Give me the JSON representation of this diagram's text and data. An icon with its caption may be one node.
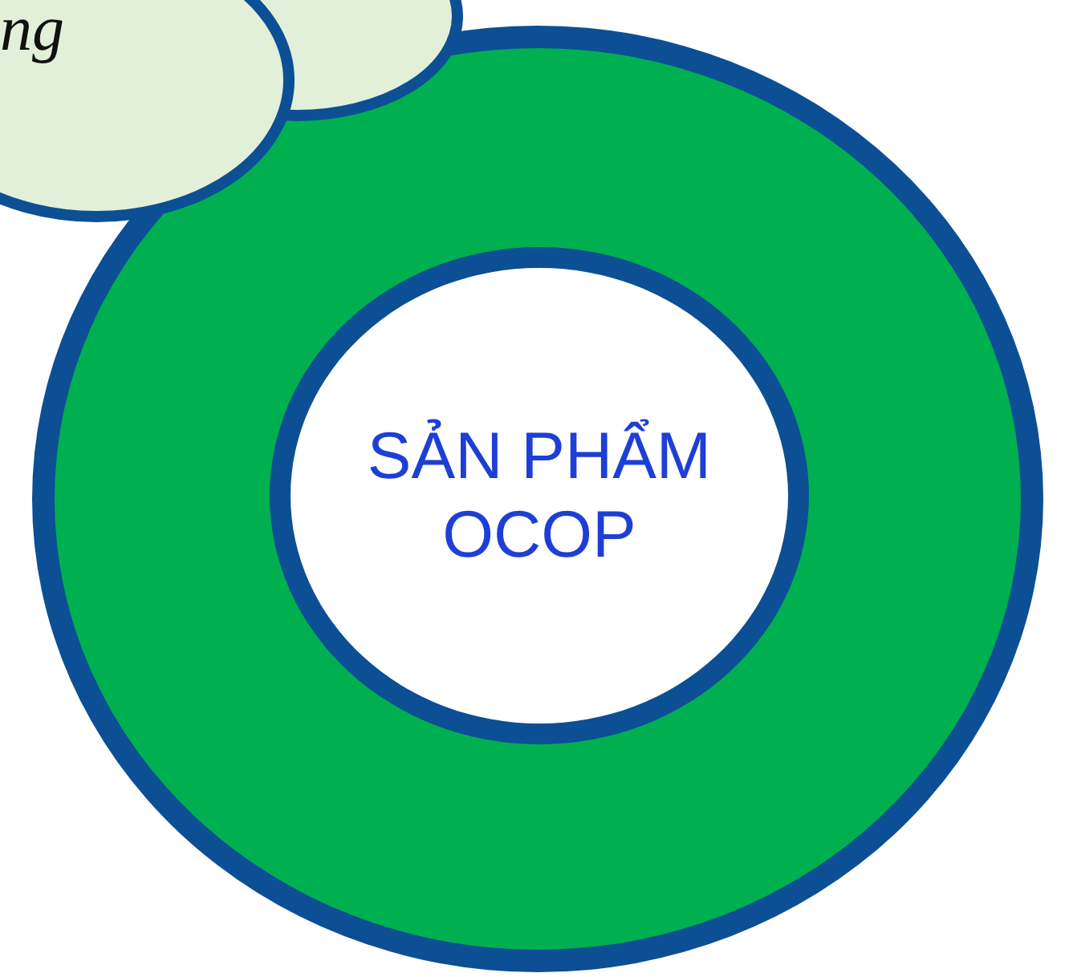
{
  "diagram": {
    "nodes": [
      {
        "text": [
          "ng"
        ]
      },
      {
        "text": [],
        "shape": "circle"
      },
      {
        "text": [
          "SẢN PHẨM OCOP"
        ],
        "in": 1
      }
    ]
  }
}
